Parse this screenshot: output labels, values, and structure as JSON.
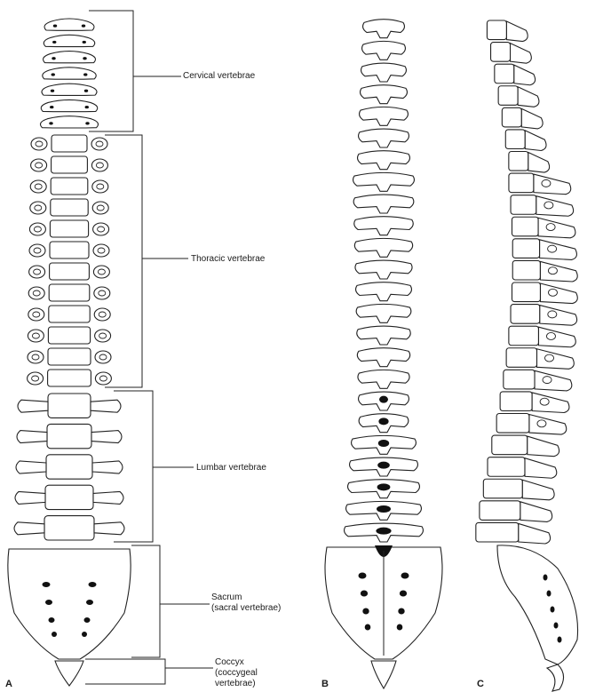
{
  "figure": {
    "panels": [
      {
        "id": "A",
        "letter": "A"
      },
      {
        "id": "B",
        "letter": "B"
      },
      {
        "id": "C",
        "letter": "C"
      }
    ],
    "labels": {
      "cervical": "Cervical vertebrae",
      "thoracic": "Thoracic vertebrae",
      "lumbar": "Lumbar vertebrae",
      "sacrum": "Sacrum\n(sacral vertebrae)",
      "coccyx": "Coccyx\n(coccygeal\nvertebrae)"
    }
  },
  "counts": {
    "cervical": 7,
    "thoracic": 12,
    "lumbar": 5
  }
}
